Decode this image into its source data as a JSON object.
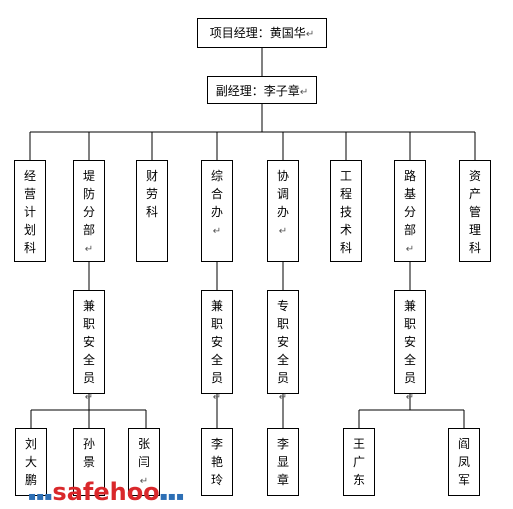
{
  "top": {
    "title": "项目经理：黄国华"
  },
  "deputy": {
    "title": "副经理：李子章"
  },
  "departments": [
    {
      "id": "jingying",
      "label": "经营计划科"
    },
    {
      "id": "difang",
      "label": "堤防分部"
    },
    {
      "id": "cailao",
      "label": "财劳科"
    },
    {
      "id": "zonghe",
      "label": "综合办"
    },
    {
      "id": "xietiao",
      "label": "协调办"
    },
    {
      "id": "gongcheng",
      "label": "工程技术科"
    },
    {
      "id": "luji",
      "label": "路基分部"
    },
    {
      "id": "zichan",
      "label": "资产管理科"
    }
  ],
  "safety_officers": [
    {
      "parent": "difang",
      "label": "兼职安全员"
    },
    {
      "parent": "zonghe",
      "label": "兼职安全员"
    },
    {
      "parent": "xietiao",
      "label": "专职安全员"
    },
    {
      "parent": "luji",
      "label": "兼职安全员"
    }
  ],
  "staff": [
    {
      "label": "刘大鹏"
    },
    {
      "label": "孙景"
    },
    {
      "label": "张闫"
    },
    {
      "label": "李艳玲"
    },
    {
      "label": "李显章"
    },
    {
      "label": "王广东"
    },
    {
      "label": "阎凤军"
    }
  ],
  "watermark": {
    "text": "safehoo"
  },
  "colors": {
    "line": "#000000",
    "box_border": "#000000",
    "watermark": "#d9282b"
  }
}
